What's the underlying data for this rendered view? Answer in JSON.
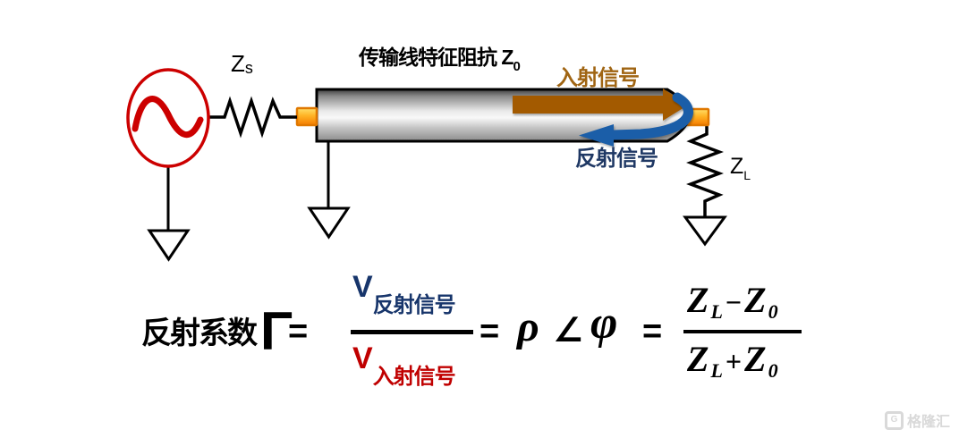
{
  "colors": {
    "source-red": "#CC0000",
    "incident": "#A35A00",
    "incident-text": "#A06513",
    "reflected": "#1B5EA8",
    "reflected-text": "#1F3864",
    "numerator-blue": "#17356B",
    "denominator-red": "#C00000",
    "connector-border": "#E07800",
    "connector-orange": "#F57C00",
    "watermark": "#D9D9D9"
  },
  "circuit": {
    "source_impedance": {
      "base": "Z",
      "sub": "s"
    },
    "line_title": {
      "base": "传输线特征阻抗 Z",
      "sub": "0"
    },
    "incident_label": "入射信号",
    "reflected_label": "反射信号",
    "load_impedance": {
      "base": "Z",
      "sub": "L"
    }
  },
  "formula": {
    "prefix": "反射系数",
    "gamma": "Γ",
    "eq1": "=",
    "num_v": "V",
    "num_sub": "反射信号",
    "den_v": "V",
    "den_sub": "入射信号",
    "eq2": "=",
    "rho": "ρ",
    "angle": "∠",
    "phi": "φ",
    "eq3": "=",
    "f2_num": {
      "a": "Z",
      "a_sub": "L",
      "op": "−",
      "b": "Z",
      "b_sub": "0"
    },
    "f2_den": {
      "a": "Z",
      "a_sub": "L",
      "op": "+",
      "b": "Z",
      "b_sub": "0"
    }
  },
  "watermark": {
    "icon": "G",
    "text": "格隆汇"
  }
}
